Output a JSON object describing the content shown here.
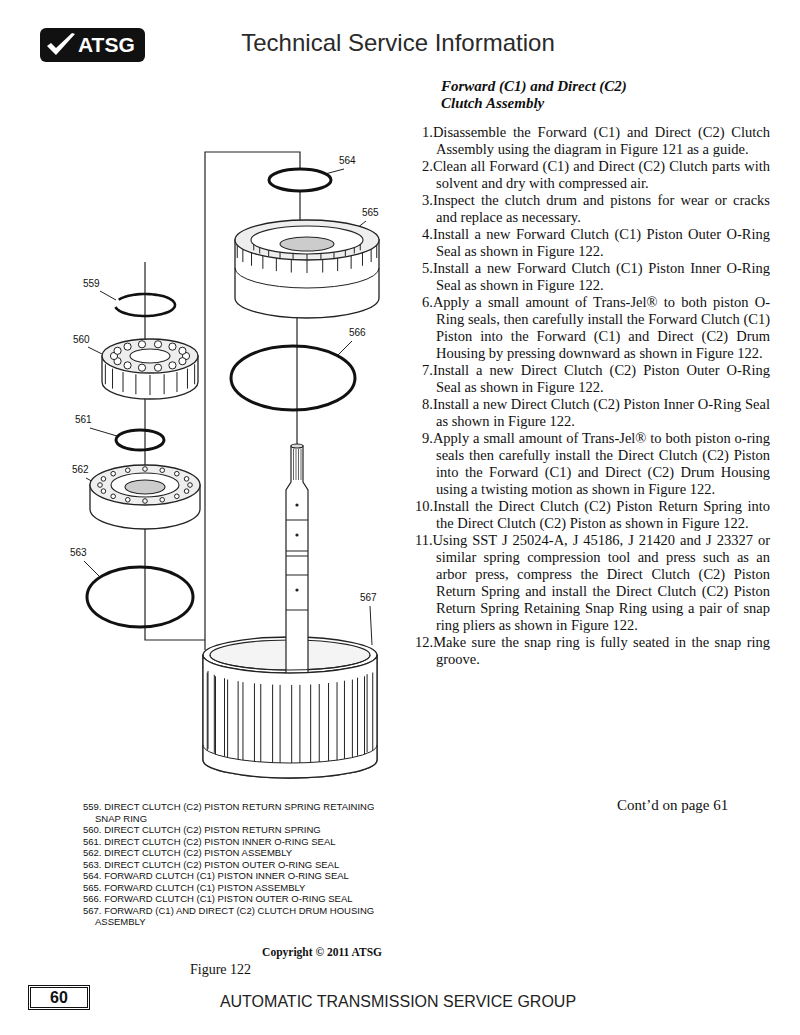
{
  "diagram": {
    "title": "Technical Service Information",
    "caption": "Figure 122",
    "nodes": [
      {
        "text": [
          "ATSG"
        ]
      },
      {
        "text": [
          "559. DIRECT CLUTCH (C2) PISTON RETURN SPRING RETAINING SNAP RING",
          "560. DIRECT CLUTCH (C2) PISTON RETURN SPRING",
          "561. DIRECT CLUTCH (C2) PISTON INNER O-RING SEAL",
          "562. DIRECT CLUTCH (C2) PISTON ASSEMBLY",
          "563. DIRECT CLUTCH (C2) PISTON OUTER O-RING SEAL",
          "564. FORWARD CLUTCH (C1) PISTON INNER O-RING SEAL",
          "565. FORWARD CLUTCH (C1) PISTON ASSEMBLY",
          "566. FORWARD CLUTCH (C1) PISTON OUTER O-RING SEAL",
          "567. FORWARD (C1) AND DIRECT (C2) CLUTCH DRUM HOUSING ASSEMBLY",
          "Copyright © 2011 ATSG"
        ]
      },
      {
        "text": [
          "60"
        ]
      }
    ],
    "labels": [
      "Forward (C1) and Direct (C2) Clutch Assembly",
      "1.Disassemble the Forward (C1) and Direct (C2) Clutch Assembly using the diagram in Figure 121 as a guide.",
      "2.Clean all Forward (C1) and Direct (C2) Clutch parts with solvent and dry with compressed air.",
      "3.Inspect the clutch drum and pistons for wear or cracks and replace as necessary.",
      "4.Install a new Forward Clutch (C1) Piston Outer O-Ring Seal as shown in Figure 122.",
      "5.Install a new Forward Clutch (C1) Piston Inner O-Ring Seal as shown in Figure 122.",
      "6.Apply a small amount of Trans-Jel® to both piston O-Ring seals, then carefully install the Forward Clutch (C1) Piston into the Forward (C1) and Direct (C2) Drum Housing by pressing downward as shown in Figure 122.",
      "7.Install a new Direct Clutch (C2) Piston Outer O-Ring Seal as shown in Figure 122.",
      "8.Install a new Direct Clutch (C2) Piston Inner O-Ring Seal as shown in Figure 122.",
      "9.Apply a small amount of Trans-Jel® to both piston o-ring seals then carefully install the Direct Clutch (C2) Piston into the Forward (C1) and Direct (C2) Drum Housing using a twisting motion as shown in Figure 122.",
      "10.Install the Direct Clutch (C2) Piston Return Spring into the Direct Clutch (C2) Piston as shown in Figure 122.",
      "11.Using SST J 25024-A, J 45186, J 21420 and J 23327 or similar spring compression tool and press such as an arbor press, compress the Direct Clutch (C2) Piston Return Spring and install the Direct Clutch (C2) Piston Return Spring Retaining Snap Ring using a pair of snap ring pliers as shown in Figure 122.",
      "12.Make sure the snap ring is fully seated in the snap ring groove.",
      "Cont’d on page 61",
      "564",
      "565",
      "559",
      "560",
      "566",
      "561",
      "562",
      "563",
      "567",
      "AUTOMATIC TRANSMISSION SERVICE GROUP"
    ]
  }
}
